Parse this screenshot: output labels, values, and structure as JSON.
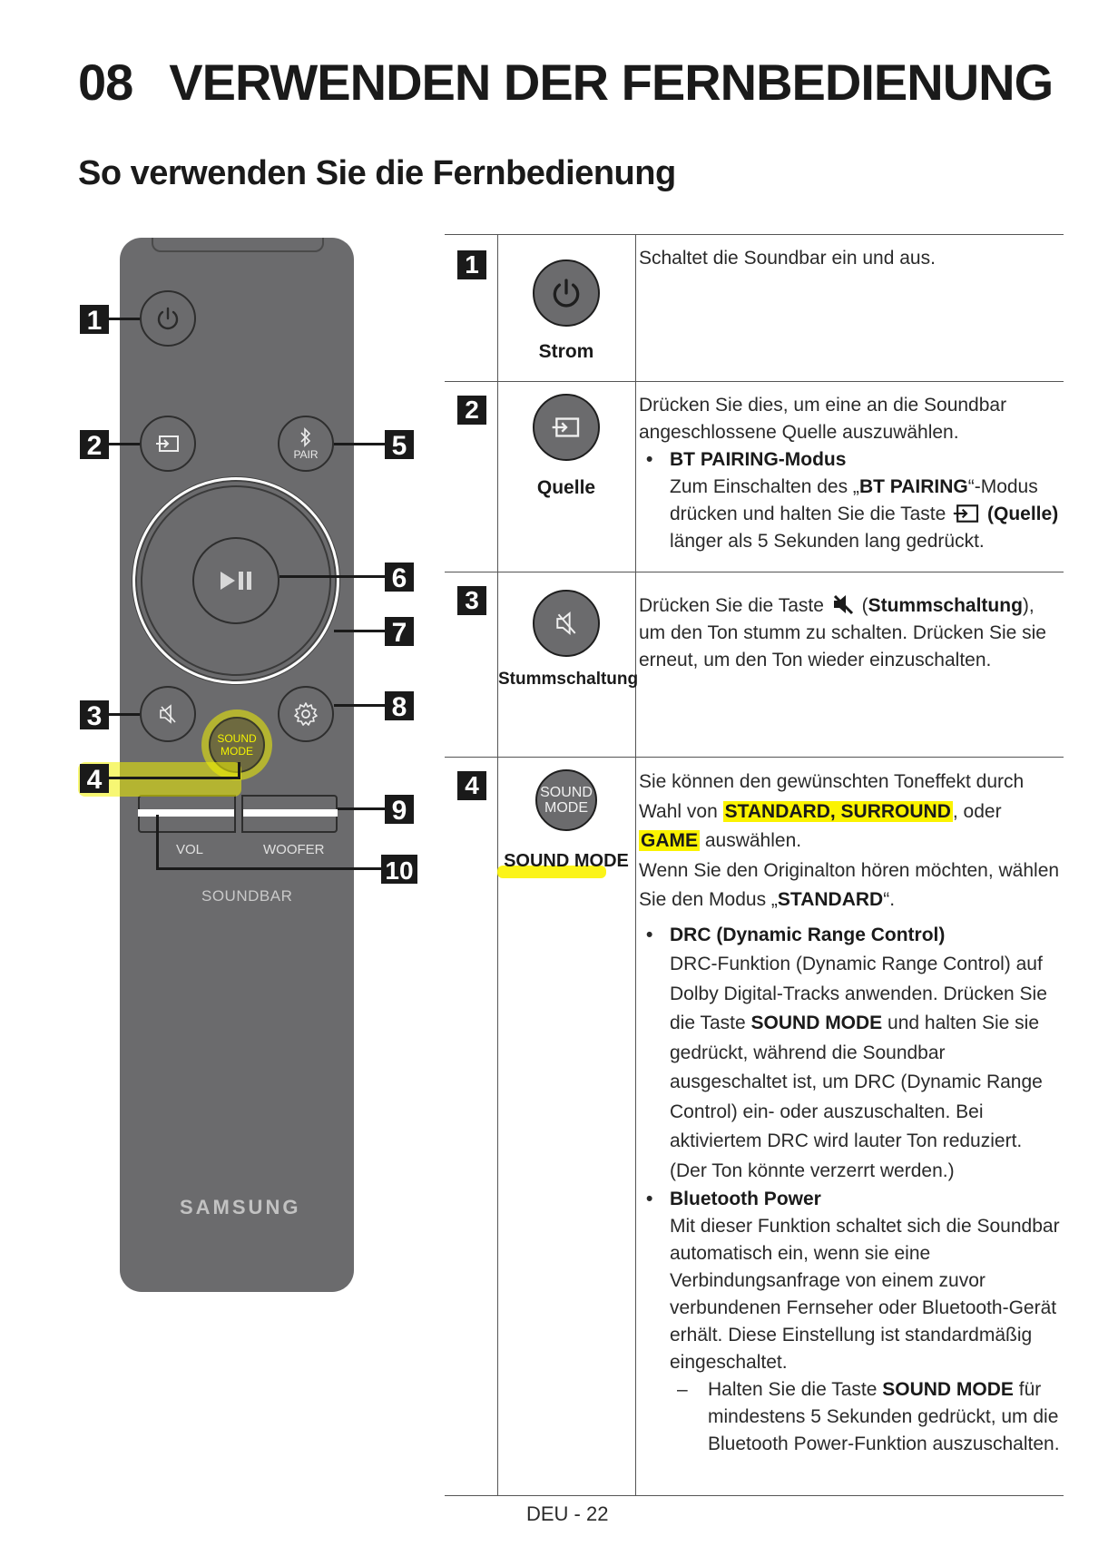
{
  "chapter": {
    "number": "08",
    "title": "VERWENDEN DER FERNBEDIENUNG"
  },
  "section": {
    "title": "So verwenden Sie die Fernbedienung"
  },
  "remote": {
    "pair_label": "PAIR",
    "sound_mode_line1": "SOUND",
    "sound_mode_line2": "MODE",
    "vol_label": "VOL",
    "woofer_label": "WOOFER",
    "soundbar_label": "SOUNDBAR",
    "brand": "SAMSUNG",
    "callouts": [
      "1",
      "2",
      "3",
      "4",
      "5",
      "6",
      "7",
      "8",
      "9",
      "10"
    ]
  },
  "table": {
    "rows": [
      {
        "number": "1",
        "caption": "Strom",
        "icon": "power-icon",
        "description": "Schaltet die Soundbar ein und aus."
      },
      {
        "number": "2",
        "caption": "Quelle",
        "icon": "source-icon",
        "description": "Drücken Sie dies, um eine an die Soundbar angeschlossene Quelle auszuwählen.",
        "bullet_title": "BT PAIRING-Modus",
        "bullet_text_1": "Zum Einschalten des „",
        "bullet_bold_1": "BT PAIRING",
        "bullet_text_2": "“-Modus drücken und halten Sie die Taste",
        "bullet_bold_2": "(Quelle)",
        "bullet_text_3": "länger als 5 Sekunden lang gedrückt."
      },
      {
        "number": "3",
        "caption": "Stummschaltung",
        "icon": "mute-icon",
        "text_1": "Drücken Sie die Taste",
        "bold_1": "Stummschaltung",
        "text_2": "), um den Ton stumm zu schalten. Drücken Sie sie erneut, um den Ton wieder einzuschalten."
      },
      {
        "number": "4",
        "caption": "SOUND MODE",
        "icon_line1": "SOUND",
        "icon_line2": "MODE",
        "text_1": "Sie können den gewünschten Toneffekt durch Wahl von",
        "hl_1": "STANDARD, SURROUND",
        "text_2": ", oder",
        "hl_2": "GAME",
        "text_3": "auswählen.",
        "text_4": "Wenn Sie den Originalton hören möchten, wählen Sie den Modus „",
        "bold_standard": "STANDARD",
        "text_5": "“.",
        "drc_title": "DRC (Dynamic Range Control)",
        "drc_text_1": "DRC-Funktion (Dynamic Range Control) auf Dolby Digital-Tracks anwenden. Drücken Sie die Taste",
        "drc_bold": "SOUND MODE",
        "drc_text_2": "und halten Sie sie gedrückt, während die Soundbar ausgeschaltet ist, um DRC (Dynamic Range Control) ein- oder auszuschalten. Bei aktiviertem DRC wird lauter Ton reduziert. (Der Ton könnte verzerrt werden.)",
        "bt_title": "Bluetooth Power",
        "bt_text": "Mit dieser Funktion schaltet sich die Soundbar automatisch ein, wenn sie eine Verbindungsanfrage von einem zuvor verbundenen Fernseher oder Bluetooth-Gerät erhält.  Diese Einstellung ist standardmäßig eingeschaltet.",
        "dash_text_1": "Halten Sie die Taste",
        "dash_bold": "SOUND MODE",
        "dash_text_2": "für mindestens 5 Sekunden gedrückt, um die Bluetooth Power-Funktion auszuschalten."
      }
    ]
  },
  "footer": {
    "page": "DEU - 22"
  },
  "colors": {
    "remote_body": "#6b6b6d",
    "highlight": "#fbf300",
    "text": "#1a1a1a"
  }
}
